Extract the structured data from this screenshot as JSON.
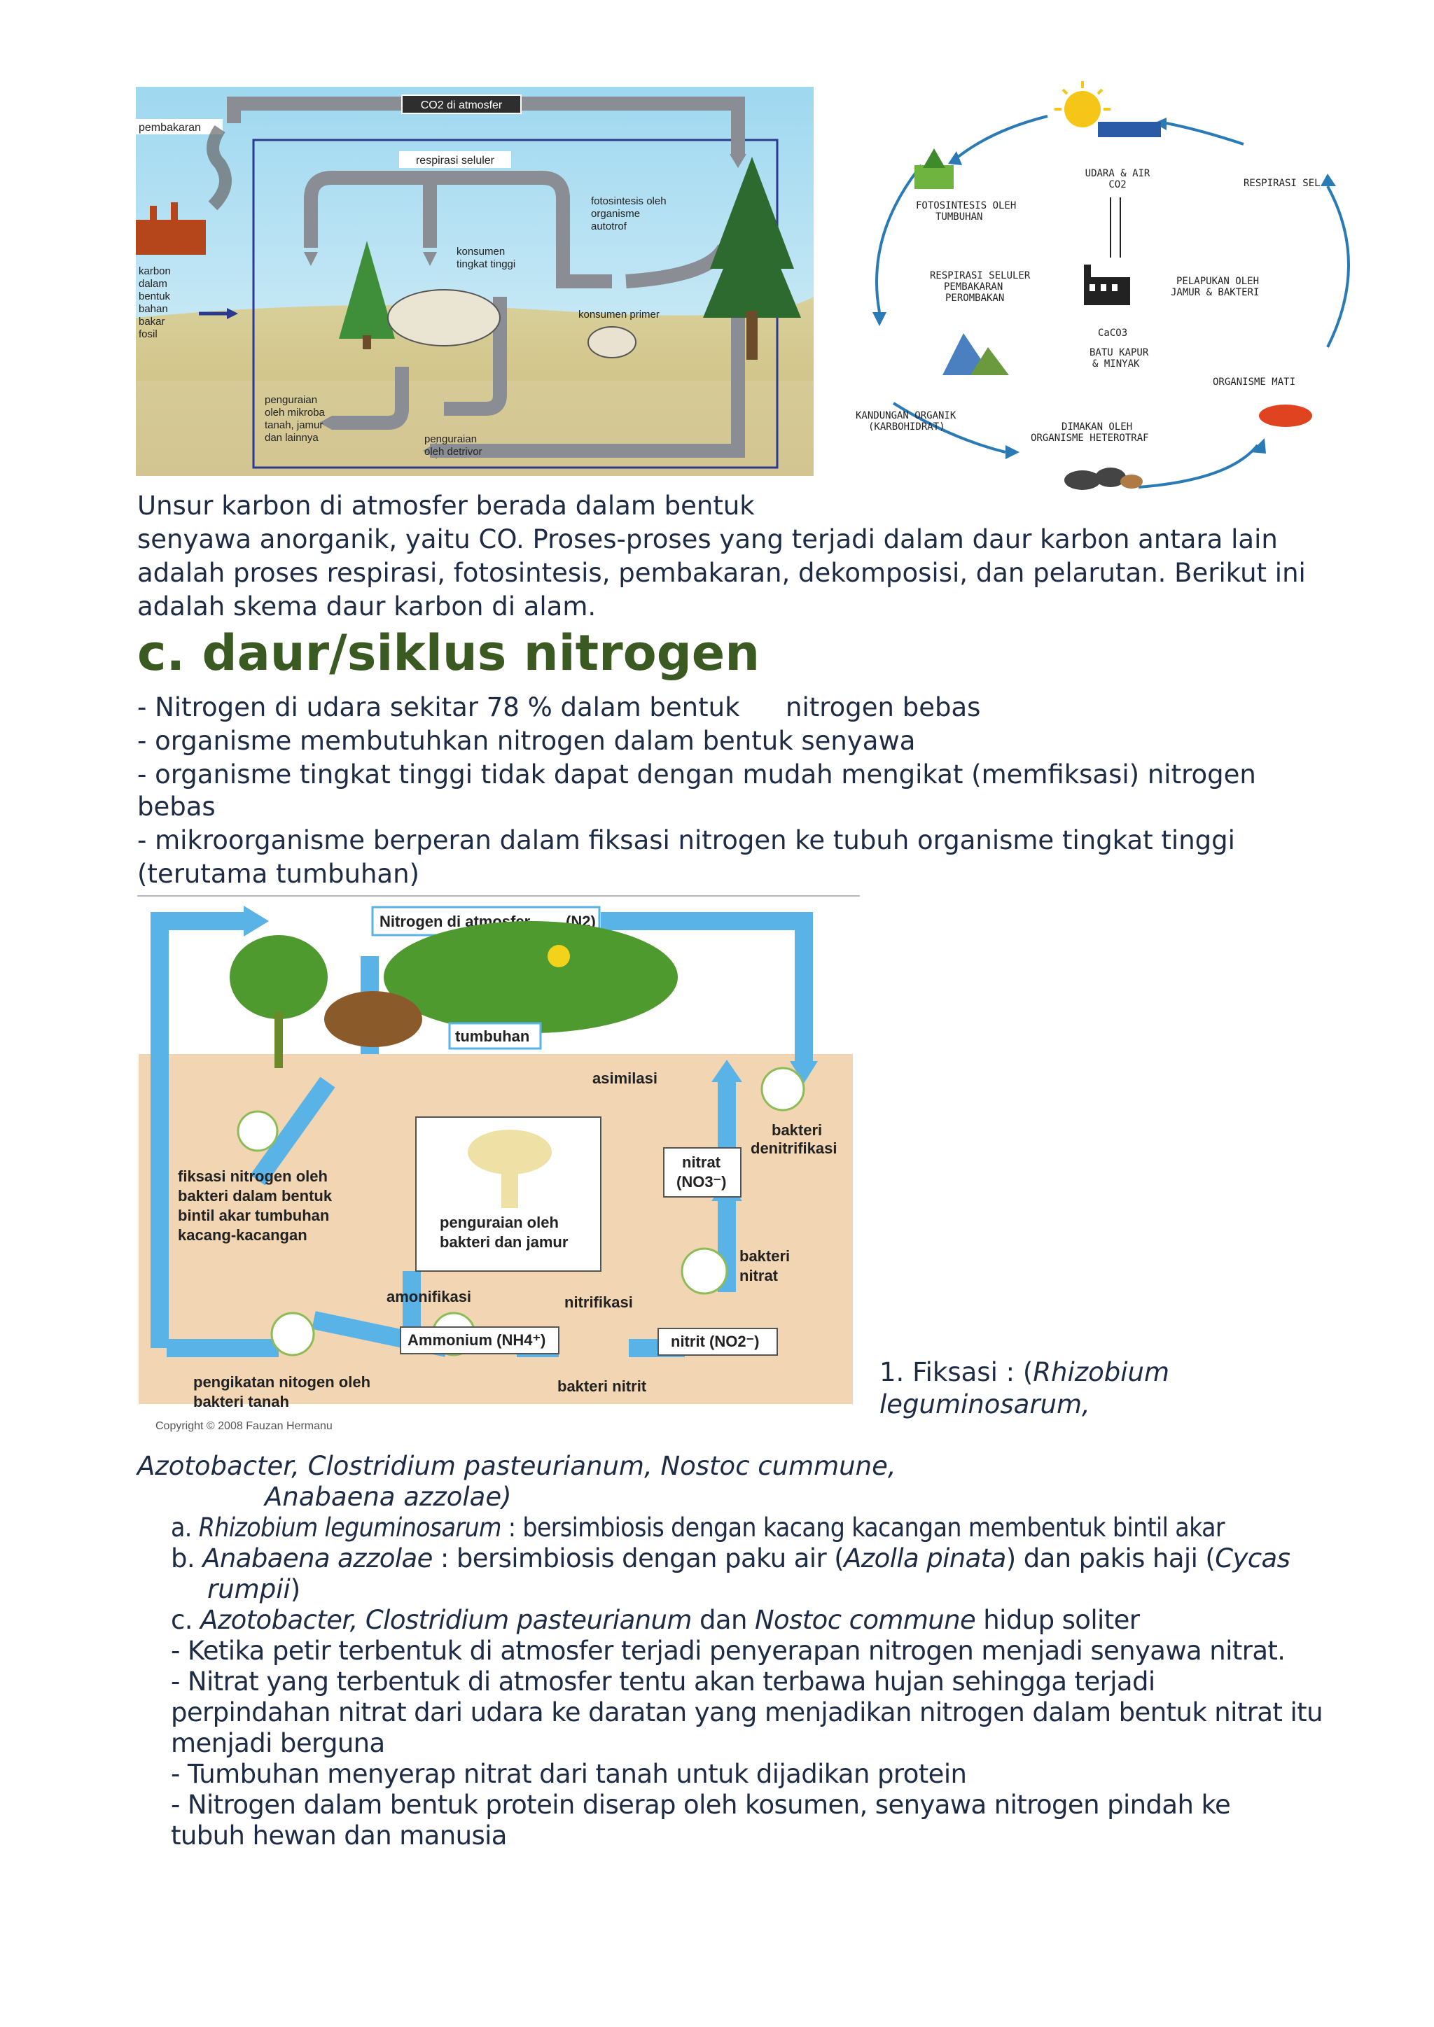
{
  "carbon_diagram": {
    "co2_box": "CO2 di atmosfer",
    "pembakaran": "pembakaran",
    "respirasi": "respirasi seluler",
    "fotosintesis": [
      "fotosintesis oleh",
      "organisme",
      "autotrof"
    ],
    "konsumen_tinggi": [
      "konsumen",
      "tingkat tinggi"
    ],
    "karbon_fosil": [
      "karbon",
      "dalam",
      "bentuk",
      "bahan",
      "bakar",
      "fosil"
    ],
    "konsumen_primer": "konsumen primer",
    "penguraian_mikroba": [
      "penguraian",
      "oleh mikroba",
      "tanah, jamur",
      "dan lainnya"
    ],
    "penguraian_detrivor": [
      "penguraian",
      "oleh detrivor"
    ]
  },
  "cycle_diagram": {
    "udara_air": "UDARA & AIR",
    "co2": "CO2",
    "fotosintesis": [
      "FOTOSINTESIS OLEH",
      "TUMBUHAN"
    ],
    "respirasi_sel": "RESPIRASI SEL",
    "respirasi_seluler": [
      "RESPIRASI SELULER",
      "PEMBAKARAN",
      "PEROMBAKAN"
    ],
    "pelapukan": [
      "PELAPUKAN OLEH",
      "JAMUR & BAKTERI"
    ],
    "caco3": "CaCO3",
    "batu_kapur": [
      "BATU KAPUR",
      "& MINYAK"
    ],
    "organisme_mati": "ORGANISME MATI",
    "kandungan": [
      "KANDUNGAN ORGANIK",
      "(KARBOHIDRAT)"
    ],
    "dimakan": [
      "DIMAKAN OLEH",
      "ORGANISME HETEROTRAF"
    ]
  },
  "carbon_text": {
    "line1": "Unsur karbon di atmosfer berada dalam bentuk",
    "line2": "senyawa anorganik, yaitu CO. Proses-proses yang terjadi dalam daur karbon antara lain",
    "line3": "adalah proses respirasi, fotosintesis, pembakaran, dekomposisi, dan pelarutan. Berikut ini",
    "line4": "adalah skema daur karbon di alam."
  },
  "heading": "c. daur/siklus nitrogen",
  "bullets": {
    "b1a": "-  Nitrogen di udara sekitar 78 % dalam bentuk",
    "b1b": "nitrogen bebas",
    "b2": "-  organisme membutuhkan nitrogen dalam  bentuk senyawa",
    "b3": "-  organisme tingkat tinggi tidak dapat dengan mudah mengikat (memfiksasi) nitrogen",
    "b3b": "bebas",
    "b4": "-  mikroorganisme berperan dalam fiksasi nitrogen ke tubuh organisme tingkat tinggi",
    "b4b": "(terutama tumbuhan)"
  },
  "nitrogen_diagram": {
    "atmosfer": "Nitrogen di atmosfer",
    "n2": "(N2)",
    "tumbuhan": "tumbuhan",
    "asimilasi": "asimilasi",
    "bakteri_denitrifikasi": [
      "bakteri",
      "denitrifikasi"
    ],
    "nitrat": [
      "nitrat",
      "(NO3⁻)"
    ],
    "fiksasi": [
      "fiksasi nitrogen oleh",
      "bakteri dalam bentuk",
      "bintil akar tumbuhan",
      "kacang-kacangan"
    ],
    "penguraian": [
      "penguraian oleh",
      "bakteri dan jamur"
    ],
    "bakteri_nitrat": [
      "bakteri",
      "nitrat"
    ],
    "amonifikasi": "amonifikasi",
    "nitrifikasi": "nitrifikasi",
    "ammonium": "Ammonium (NH4⁺)",
    "nitrit": "nitrit  (NO2⁻)",
    "pengikatan": [
      "pengikatan nitogen oleh",
      "bakteri tanah"
    ],
    "bakteri_nitrit": "bakteri nitrit",
    "copyright": "Copyright © 2008 Fauzan Hermanu"
  },
  "fiksasi": {
    "label": "1. Fiksasi : (",
    "rhizobium": "Rhizobium",
    "leguminosarum": "leguminosarum,",
    "line2": "Azotobacter, Clostridium  pasteurianum, Nostoc cummune,",
    "line3": "Anabaena azzolae)"
  },
  "list": {
    "a_pre": "a. ",
    "a_it": "Rhizobium leguminosarum",
    "a_post": " : bersimbiosis dengan kacang kacangan  membentuk bintil akar",
    "b_pre": "b.  ",
    "b_it": "Anabaena azzolae",
    "b_mid": " : bersimbiosis dengan paku air (",
    "b_it2": "Azolla pinata",
    "b_mid2": ") dan pakis haji (",
    "b_it3": "Cycas",
    "b_line2_it": "rumpii",
    "b_line2_post": ")",
    "c_pre": "c.  ",
    "c_it": "Azotobacter, Clostridium pasteurianum",
    "c_mid": " dan ",
    "c_it2": "Nostoc commune",
    "c_post": " hidup soliter",
    "d1": "-  Ketika petir terbentuk di atmosfer terjadi penyerapan nitrogen   menjadi senyawa nitrat.",
    "d2": "-  Nitrat yang terbentuk di atmosfer tentu akan terbawa hujan sehingga terjadi",
    "d3": "perpindahan nitrat dari udara ke daratan yang menjadikan nitrogen dalam bentuk nitrat itu",
    "d4": "menjadi berguna",
    "d5": "-  Tumbuhan menyerap nitrat dari tanah untuk dijadikan protein",
    "d6": "-  Nitrogen dalam bentuk protein diserap  oleh kosumen, senyawa nitrogen pindah ke",
    "d7": "tubuh  hewan dan manusia"
  }
}
